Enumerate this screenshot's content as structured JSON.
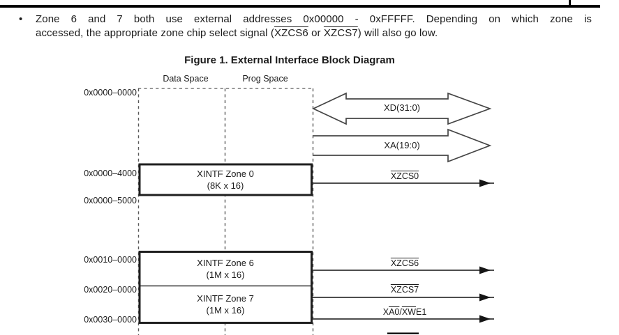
{
  "bullet": {
    "marker": "•",
    "line1": "Zone 6 and 7 both use external addresses 0x00000 - 0xFFFFF. Depending on which zone is",
    "line2_segments": [
      {
        "text": "accessed, the appropriate zone chip select signal (",
        "overline": false
      },
      {
        "text": "XZCS6",
        "overline": true
      },
      {
        "text": " or ",
        "overline": false
      },
      {
        "text": "XZCS7",
        "overline": true
      },
      {
        "text": ") will also go low.",
        "overline": false
      }
    ]
  },
  "figure": {
    "caption": "Figure 1. External Interface Block Diagram",
    "column_headers": {
      "data": "Data Space",
      "prog": "Prog Space"
    },
    "addresses": [
      "0x0000–0000",
      "0x0000–4000",
      "0x0000–5000",
      "0x0010–0000",
      "0x0020–0000",
      "0x0030–0000"
    ],
    "zones": [
      {
        "name": "XINTF Zone 0",
        "size": "(8K x 16)"
      },
      {
        "name": "XINTF Zone 6",
        "size": "(1M x 16)"
      },
      {
        "name": "XINTF Zone 7",
        "size": "(1M x 16)"
      }
    ],
    "buses": [
      {
        "label": "XD(31:0)"
      },
      {
        "label": "XA(19:0)"
      }
    ],
    "signals": [
      {
        "label": "XZCS0",
        "overline": true
      },
      {
        "label": "XZCS6",
        "overline": true
      },
      {
        "label": "XZCS7",
        "overline": true
      }
    ],
    "mixed_signal_segments": [
      {
        "text": "X",
        "overline": false
      },
      {
        "text": "A0",
        "overline": true
      },
      {
        "text": "/",
        "overline": false
      },
      {
        "text": "XW",
        "overline": true
      },
      {
        "text": "E1",
        "overline": false
      }
    ]
  },
  "colors": {
    "text": "#1c1c1c",
    "rule": "#000000",
    "box_stroke": "#1f1f1f",
    "dashed_line": "#5a5a5a",
    "signal_line": "#4d4d4d",
    "arrowhead_fill": "#151515"
  }
}
